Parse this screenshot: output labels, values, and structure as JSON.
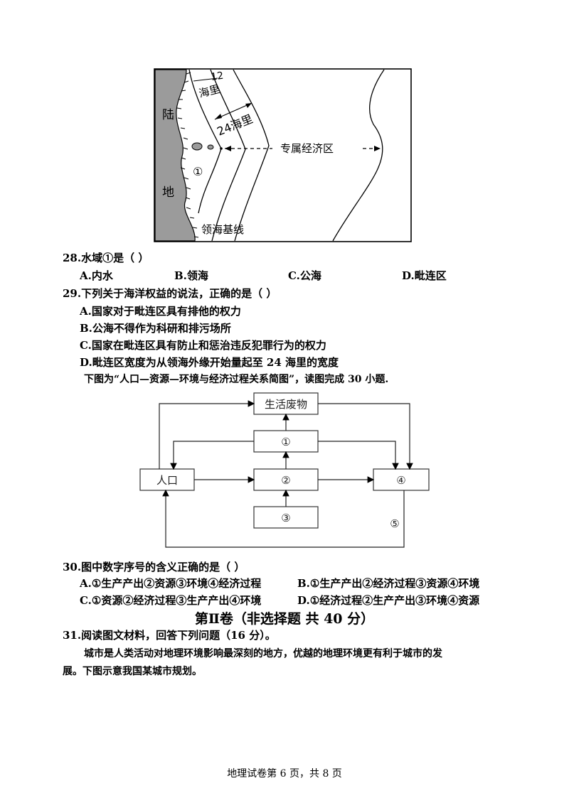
{
  "map": {
    "label_land_1": "陆",
    "label_land_2": "地",
    "label_12": "12",
    "label_12_unit": "海里",
    "label_24": "24海里",
    "label_eez": "专属经济区",
    "label_circle1": "①",
    "label_baseline": "领海基线"
  },
  "q28": {
    "stem": "28.水域①是（    ）",
    "options": [
      "A.内水",
      "B.领海",
      "C.公海",
      "D.毗连区"
    ]
  },
  "q29": {
    "stem": "29.下列关于海洋权益的说法，正确的是（    ）",
    "options": [
      "A.国家对于毗连区具有排他的权力",
      "B.公海不得作为科研和排污场所",
      "C.国家在毗连区具有防止和惩治违反犯罪行为的权力",
      "D.毗连区宽度为从领海外缘开始量起至 24 海里的宽度"
    ]
  },
  "intro30": "下图为“人口—资源—环境与经济过程关系简图”，读图完成 30 小题.",
  "flow": {
    "waste": "生活废物",
    "c1": "①",
    "c2": "②",
    "c3": "③",
    "c4": "④",
    "c5": "⑤",
    "population": "人口"
  },
  "q30": {
    "stem": "30.图中数字序号的含义正确的是（    ）",
    "options": [
      "A.①生产产出②资源③环境④经济过程",
      "B.①生产产出②经济过程③资源④环境",
      "C.①资源②经济过程③生产产出④环境",
      "D.①经济过程②生产产出③环境④资源"
    ]
  },
  "section2": "第Ⅱ卷（非选择题  共 40 分）",
  "q31": {
    "stem": "31.阅读图文材料，回答下列问题（16 分）。",
    "material_1": "城市是人类活动对地理环境影响最深刻的地方，优越的地理环境更有利于城市的发",
    "material_2": "展。下图示意我国某城市规划。"
  },
  "footer": "地理试卷第 6 页，共 8 页"
}
